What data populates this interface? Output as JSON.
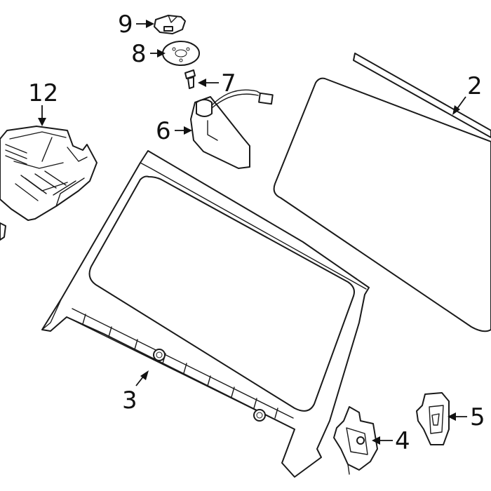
{
  "diagram": {
    "callouts": {
      "c2": "2",
      "c3": "3",
      "c4": "4",
      "c5": "5",
      "c6": "6",
      "c7": "7",
      "c8": "8",
      "c9": "9",
      "c12": "12"
    },
    "colors": {
      "line": "#1a1a1a",
      "background": "#ffffff"
    }
  }
}
